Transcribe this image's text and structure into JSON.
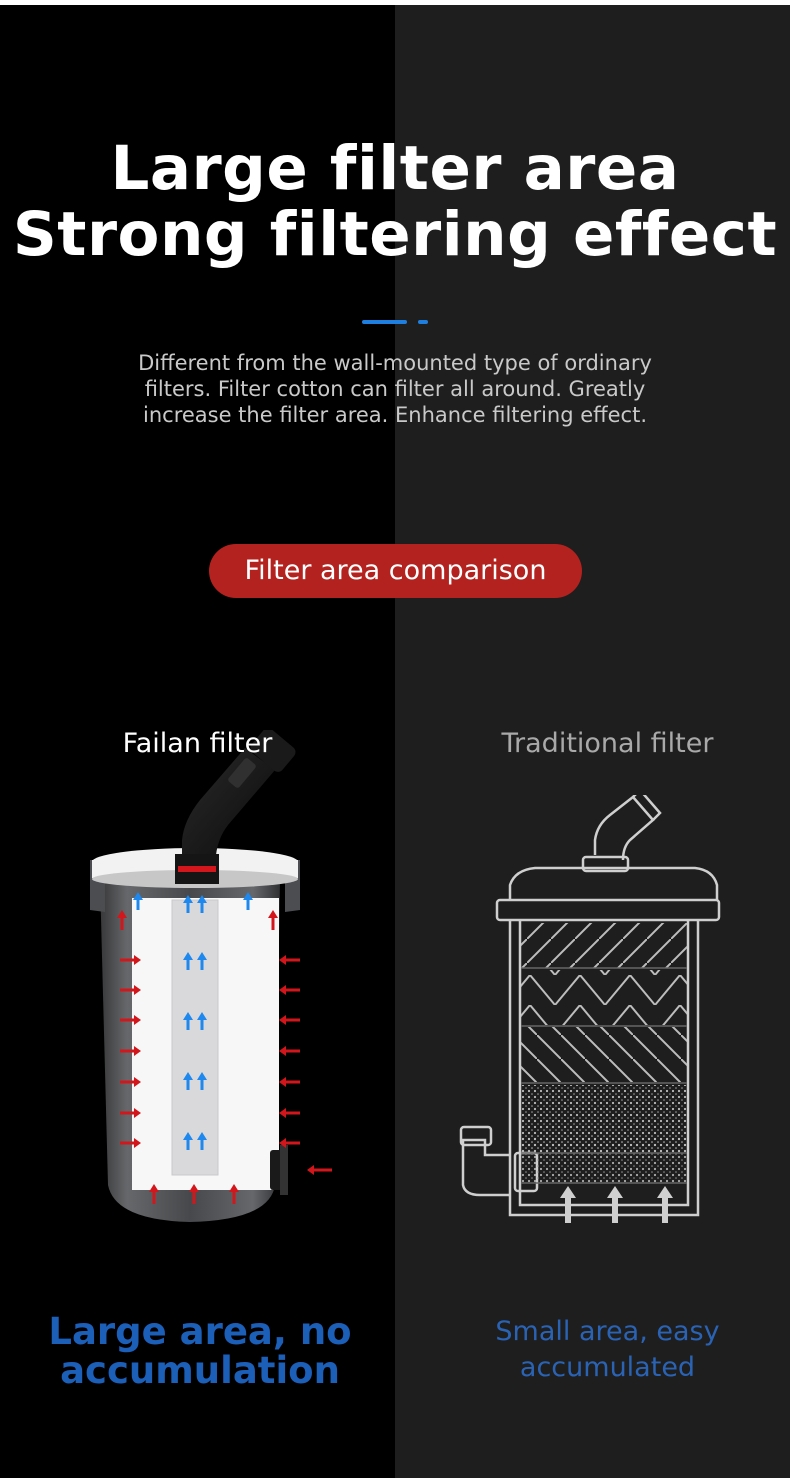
{
  "header": {
    "title_line1": "Large filter area",
    "title_line2": "Strong filtering effect",
    "accent_color": "#1e7fe0"
  },
  "description": {
    "line1": "Different from the wall-mounted type of ordinary",
    "line2": "filters. Filter cotton can filter all around. Greatly",
    "line3": "increase the filter area. Enhance filtering effect."
  },
  "comparison": {
    "badge_label": "Filter area comparison",
    "badge_color": "#b3221e",
    "left": {
      "label": "Failan filter",
      "caption_line1": "Large area, no",
      "caption_line2": "accumulation",
      "caption_color": "#1c5fb8",
      "icon": "canister-filter-illustration"
    },
    "right": {
      "label": "Traditional filter",
      "caption_line1": "Small area, easy",
      "caption_line2": "accumulated",
      "caption_color": "#2a63b4",
      "icon": "traditional-filter-diagram"
    }
  },
  "colors": {
    "left_background": "#000000",
    "right_background": "#1e1e1f",
    "arrow_red": "#d3161b",
    "arrow_blue": "#1e88ef"
  }
}
